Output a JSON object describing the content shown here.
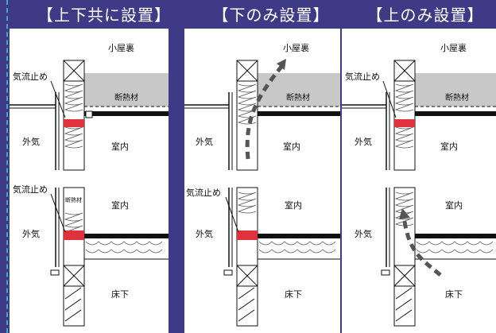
{
  "titles": [
    "【上下共に設置】",
    "【下のみ設置】",
    "【上のみ設置】"
  ],
  "labels": {
    "attic": "小屋裏",
    "insulation": "断熱材",
    "outside": "外気",
    "room": "室内",
    "airstop": "気流止め",
    "underfloor": "床下",
    "small_insulation": "断熱材"
  },
  "colors": {
    "background": "#3f3a86",
    "airstop": "#e0323c",
    "ceiling_insulation": "#c8c8c8",
    "airflow_arrow": "#555555"
  }
}
